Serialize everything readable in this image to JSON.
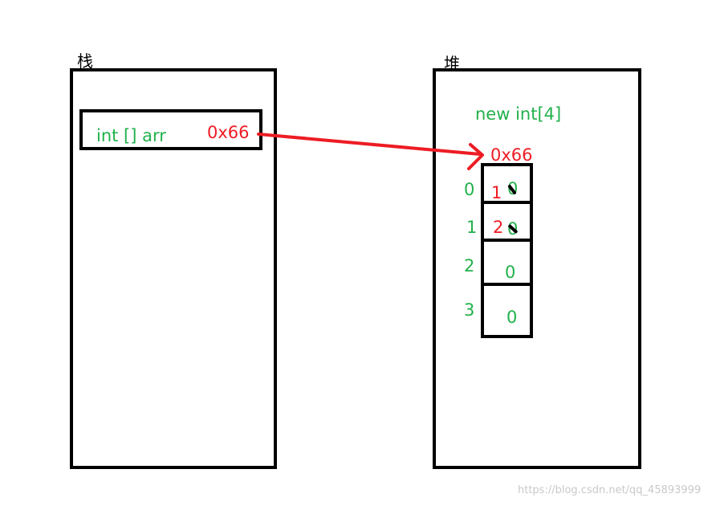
{
  "stack": {
    "title": "栈",
    "variable": "int []  arr",
    "address": "0x66"
  },
  "heap": {
    "title": "堆",
    "expression": "new  int[4]",
    "address": "0x66",
    "cells": [
      {
        "index": "0",
        "value": "0",
        "new_value": "1"
      },
      {
        "index": "1",
        "value": "0",
        "new_value": "2"
      },
      {
        "index": "2",
        "value": "0"
      },
      {
        "index": "3",
        "value": "0"
      }
    ]
  },
  "watermark": "https://blog.csdn.net/qq_45893999",
  "colors": {
    "box_border": "#000000",
    "code_text": "#22b14c",
    "address_and_arrow": "#ed1c24"
  }
}
